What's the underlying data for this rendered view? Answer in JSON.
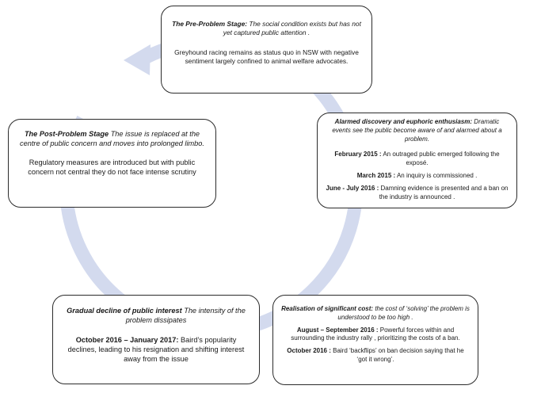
{
  "colors": {
    "cycle_arrow": "#d3daee",
    "box_border": "#2b2b2b",
    "text": "#1a1a1a"
  },
  "stages": {
    "pre_problem": {
      "title": "The Pre-Problem Stage:",
      "desc": "The social condition exists but has not yet captured public attention .",
      "body": "Greyhound racing remains as status quo in NSW with negative sentiment largely confined to animal welfare advocates."
    },
    "alarmed": {
      "title": "Alarmed discovery and euphoric enthusiasm:",
      "desc": "Dramatic events see the public become aware of and alarmed about a problem.",
      "events": [
        {
          "date": "February 2015 :",
          "text": "An outraged public emerged following the exposé."
        },
        {
          "date": "March 2015 :",
          "text": "An inquiry is commissioned ."
        },
        {
          "date": "June - July 2016 :",
          "text": "Damning evidence is presented and a ban on the industry is announced ."
        }
      ]
    },
    "realisation": {
      "title": "Realisation of significant cost:",
      "desc": "the cost of ‘solving’ the problem is understood to be too high .",
      "events": [
        {
          "date": "August – September 2016 :",
          "text": "Powerful forces within and surrounding the industry rally , prioritizing the costs of a ban."
        },
        {
          "date": "October 2016 :",
          "text": "Baird ‘backflips’ on ban decision saying that he ‘got it wrong’."
        }
      ]
    },
    "gradual_decline": {
      "title": "Gradual decline of public interest",
      "desc": "The intensity of the problem dissipates",
      "event": {
        "date": "October 2016 – January 2017:",
        "text": "Baird’s popularity declines, leading to his resignation and shifting interest away from the issue"
      }
    },
    "post_problem": {
      "title": "The Post-Problem Stage",
      "desc": "The issue is replaced at the centre of public concern and moves into prolonged limbo.",
      "body": "Regulatory measures are introduced but with public concern not central they do not face intense scrutiny"
    }
  }
}
